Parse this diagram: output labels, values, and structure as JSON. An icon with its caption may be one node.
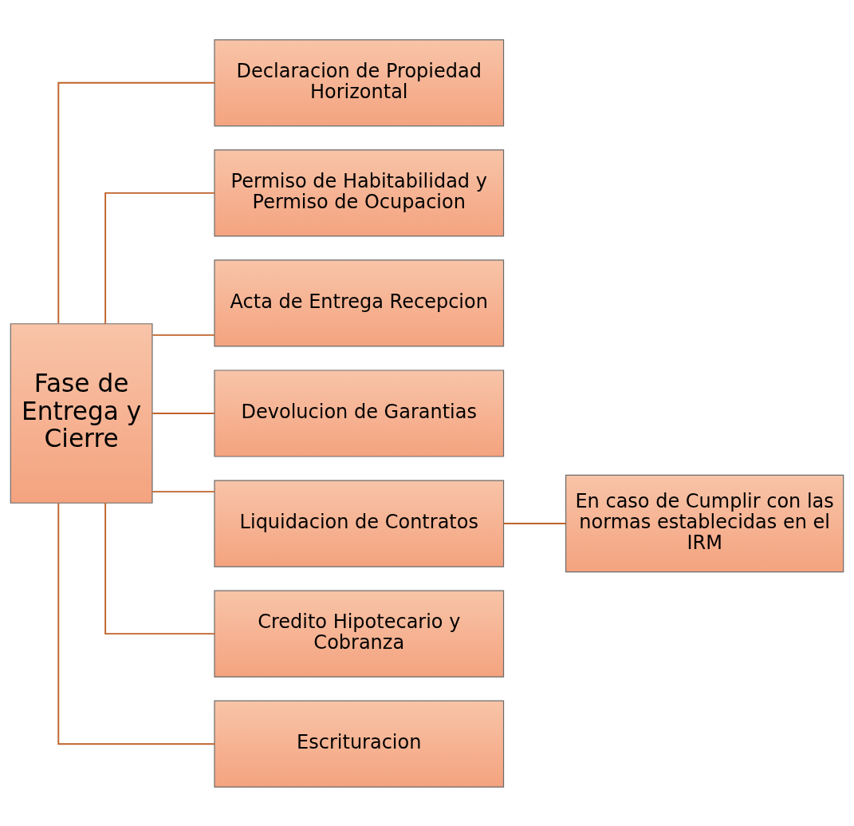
{
  "diagram": {
    "nodes": [
      {
        "text": [
          "Fase de Entrega y Cierre"
        ]
      },
      {
        "text": [
          "Declaracion de Propiedad Horizontal"
        ]
      },
      {
        "text": [
          "Permiso de Habitabilidad y Permiso de Ocupacion"
        ]
      },
      {
        "text": [
          "Acta de Entrega Recepcion"
        ]
      },
      {
        "text": [
          "Devolucion de Garantias"
        ]
      },
      {
        "text": [
          "Liquidacion de Contratos"
        ]
      },
      {
        "text": [
          "Credito Hipotecario y Cobranza"
        ]
      },
      {
        "text": [
          "Escrituracion"
        ]
      },
      {
        "text": [
          "En caso de Cumplir con las normas establecidas en el IRM"
        ]
      }
    ],
    "edges": [
      {
        "from": 0,
        "to": 1,
        "arrow": "none"
      },
      {
        "from": 0,
        "to": 2,
        "arrow": "none"
      },
      {
        "from": 0,
        "to": 3,
        "arrow": "none"
      },
      {
        "from": 0,
        "to": 4,
        "arrow": "none"
      },
      {
        "from": 0,
        "to": 5,
        "arrow": "none"
      },
      {
        "from": 0,
        "to": 6,
        "arrow": "none"
      },
      {
        "from": 0,
        "to": 7,
        "arrow": "none"
      },
      {
        "from": 5,
        "to": 8,
        "arrow": "none"
      }
    ]
  }
}
